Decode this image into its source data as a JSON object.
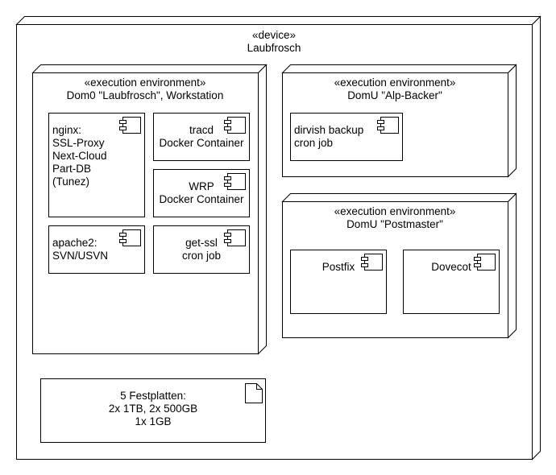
{
  "device": {
    "stereotype": "«device»",
    "name": "Laubfrosch"
  },
  "dom0": {
    "stereotype": "«execution environment»",
    "name": "Dom0 \"Laubfrosch\", Workstation",
    "components": {
      "nginx": [
        "nginx:",
        "SSL-Proxy",
        "Next-Cloud",
        "Part-DB",
        "(Tunez)"
      ],
      "tracd": [
        "tracd",
        "Docker Container"
      ],
      "wrp": [
        "WRP",
        "Docker Container"
      ],
      "apache": [
        "apache2:",
        "SVN/USVN"
      ],
      "getssl": [
        "get-ssl",
        "cron job"
      ]
    }
  },
  "domu_alp": {
    "stereotype": "«execution environment»",
    "name": "DomU \"Alp-Backer\"",
    "components": {
      "dirvish": [
        "dirvish backup",
        "cron job"
      ]
    }
  },
  "domu_post": {
    "stereotype": "«execution environment»",
    "name": "DomU \"Postmaster\"",
    "components": {
      "postfix": "Postfix",
      "dovecot": "Dovecot"
    }
  },
  "note": [
    "5 Festplatten:",
    "2x 1TB, 2x 500GB",
    "1x 1GB"
  ],
  "icons": {
    "component": "component-icon",
    "note": "note-icon"
  }
}
